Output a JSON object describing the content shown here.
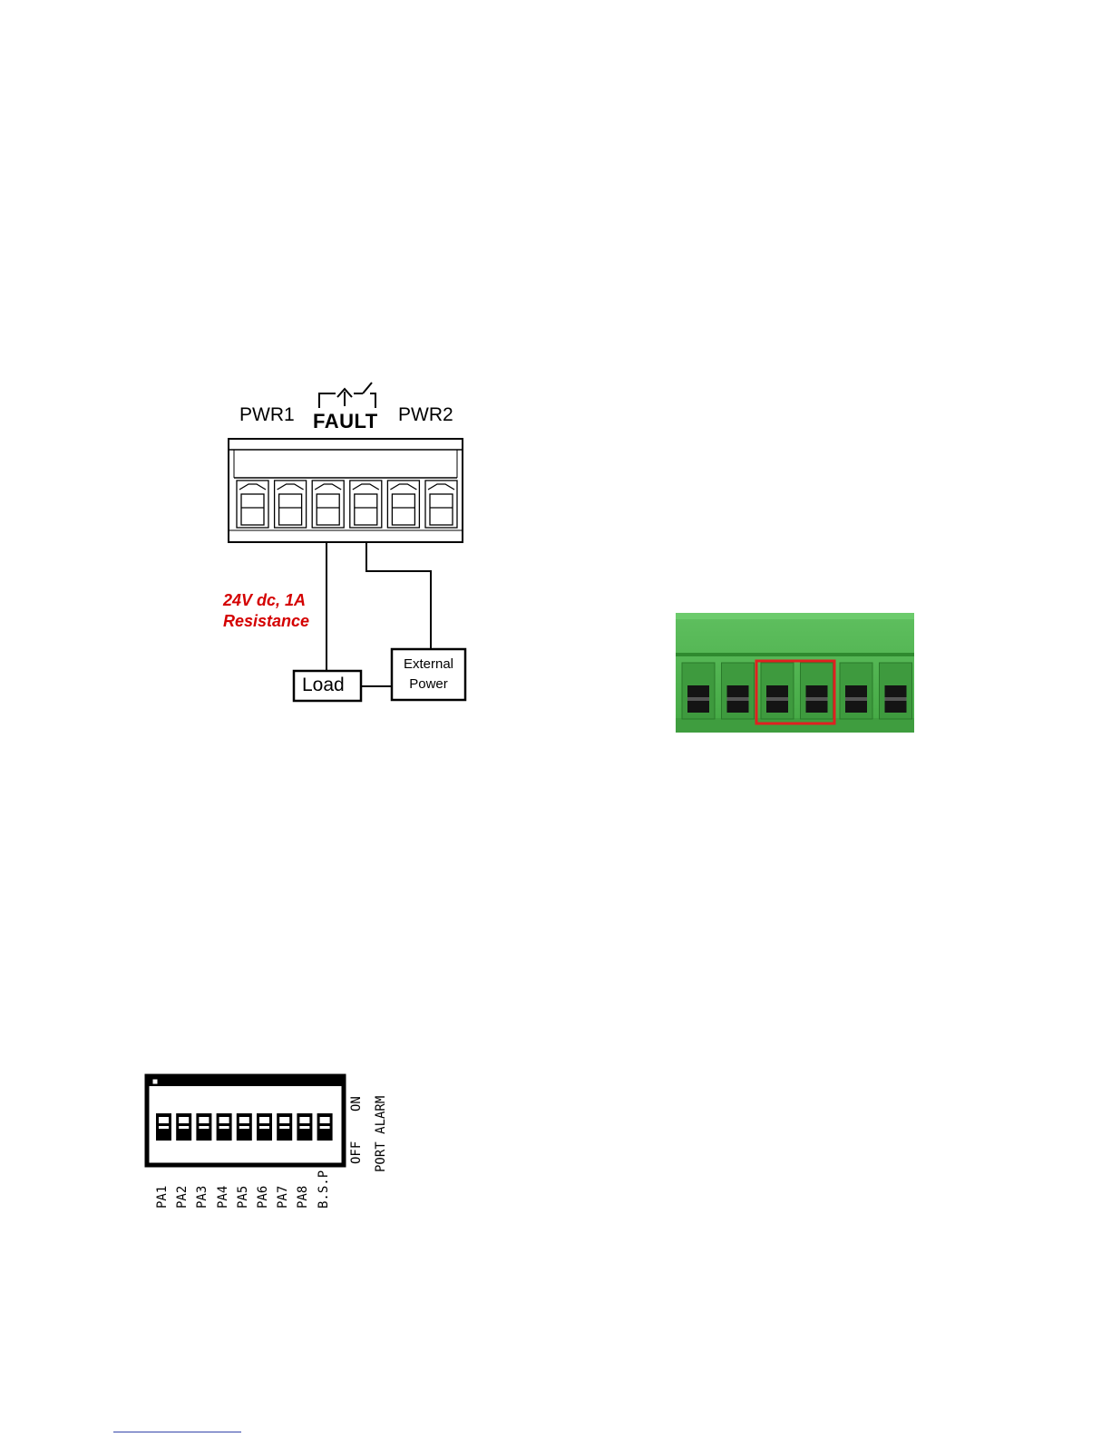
{
  "relay_diagram": {
    "pwr1_label": "PWR1",
    "fault_label": "FAULT",
    "pwr2_label": "PWR2",
    "spec_line1": "24V dc, 1A",
    "spec_line2": "Resistance",
    "load_label": "Load",
    "external_power_line1": "External",
    "external_power_line2": "Power"
  },
  "terminal_photo": {
    "terminal_count": 6,
    "highlighted_terminals": [
      3,
      4
    ],
    "body_color": "#4caf50",
    "highlight_color": "#e02020"
  },
  "dip_switch": {
    "switch_labels": [
      "PA1",
      "PA2",
      "PA3",
      "PA4",
      "PA5",
      "PA6",
      "PA7",
      "PA8",
      "B.S.P"
    ],
    "off_label": "OFF",
    "on_label": "ON",
    "port_alarm_label": "PORT ALARM"
  }
}
